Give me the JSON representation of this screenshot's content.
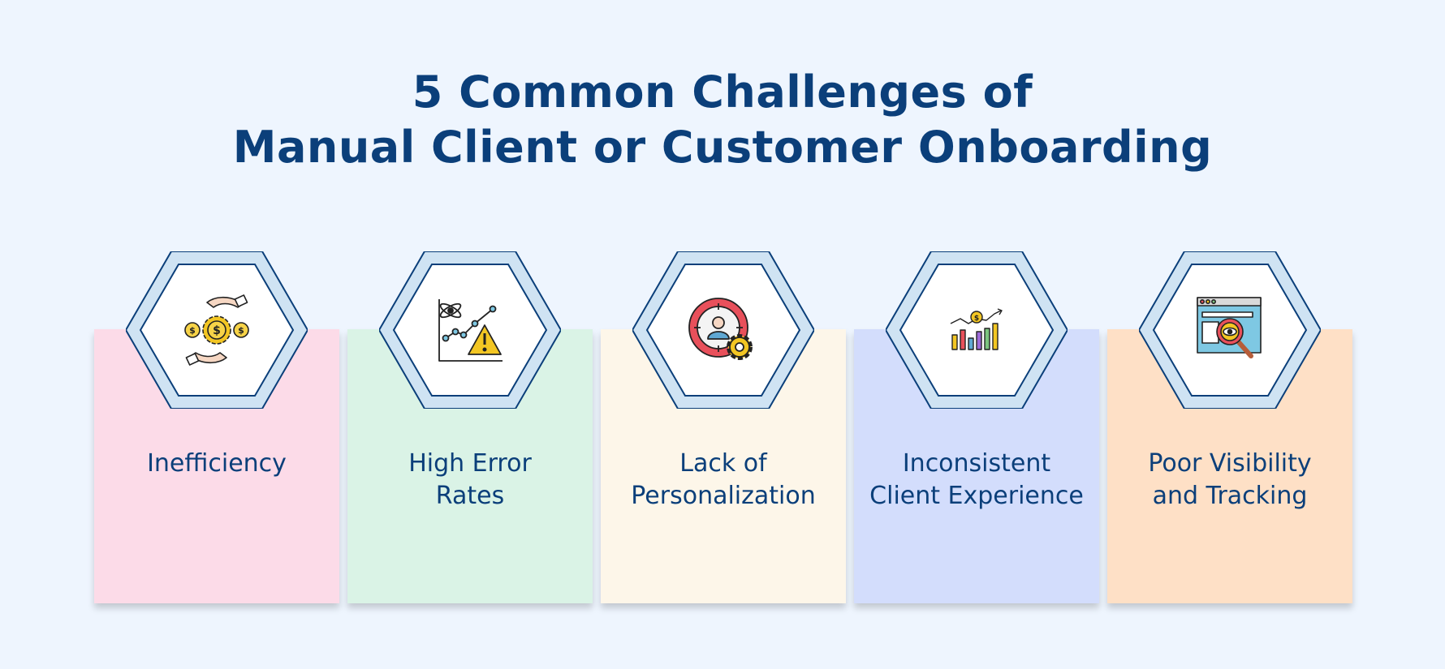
{
  "title": {
    "line1": "5 Common Challenges of",
    "line2": "Manual Client or Customer Onboarding"
  },
  "cards": [
    {
      "line1": "Inefficiency",
      "line2": "",
      "color": "#fcdbe8",
      "icon": "hands-gear-coins-icon"
    },
    {
      "line1": "High Error",
      "line2": "Rates",
      "color": "#daf3e6",
      "icon": "chart-warning-icon"
    },
    {
      "line1": "Lack of",
      "line2": "Personalization",
      "color": "#fdf6e9",
      "icon": "target-person-gear-icon"
    },
    {
      "line1": "Inconsistent",
      "line2": "Client Experience",
      "color": "#d3ddfc",
      "icon": "fluctuating-bar-chart-icon"
    },
    {
      "line1": "Poor Visibility",
      "line2": "and Tracking",
      "color": "#fee0c6",
      "icon": "browser-magnifier-eye-icon"
    }
  ],
  "colors": {
    "background": "#eef5fe",
    "title": "#0b3f7a",
    "hex_outer": "#cfe3f3",
    "hex_stroke": "#0b3f7a"
  }
}
